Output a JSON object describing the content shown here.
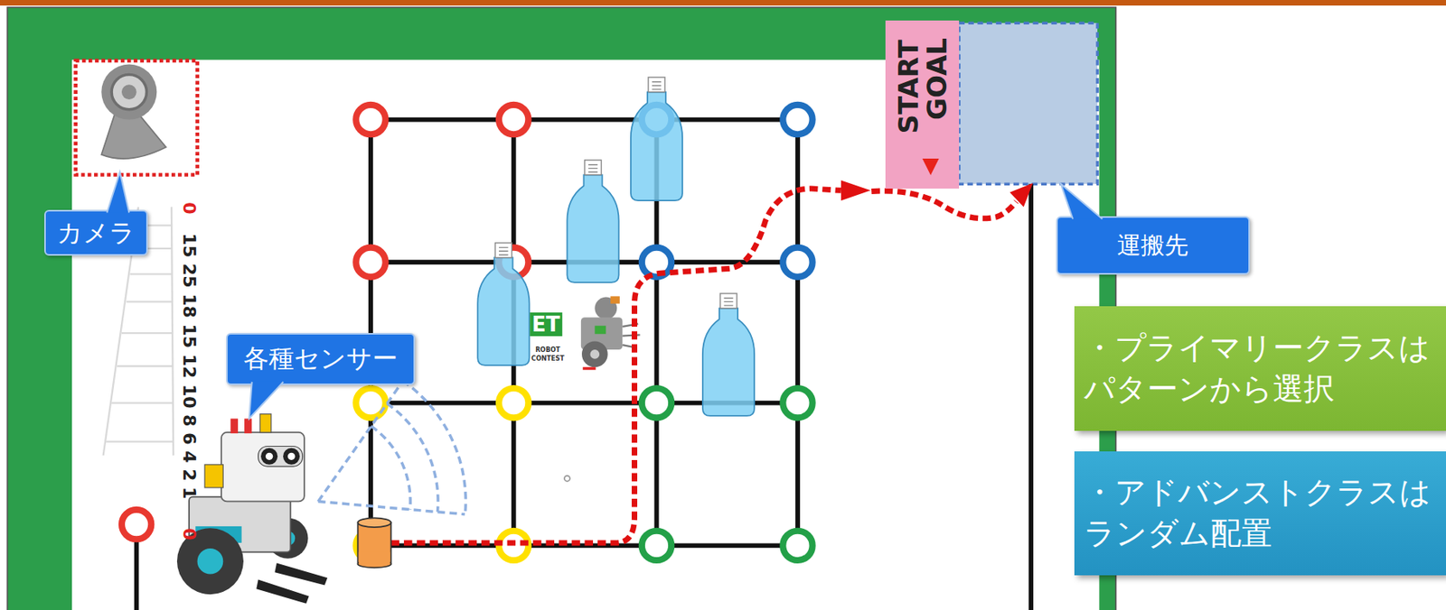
{
  "diagram": {
    "nodes": [
      {
        "text": [
          "START",
          "GOAL"
        ]
      },
      {
        "text": [
          "カメラ"
        ]
      },
      {
        "text": [
          "運搬先"
        ]
      },
      {
        "text": [
          "・プライマリークラスは パターンから選択"
        ]
      },
      {
        "text": [
          "各種センサー"
        ]
      },
      {
        "text": [
          "・アドバンストクラスは ランダム配置"
        ]
      }
    ],
    "labels": [
      "0",
      "15 25 18 15 12 10 8 6 4 2 1",
      "0",
      "ET",
      "ROBOT",
      "CONTEST"
    ]
  }
}
